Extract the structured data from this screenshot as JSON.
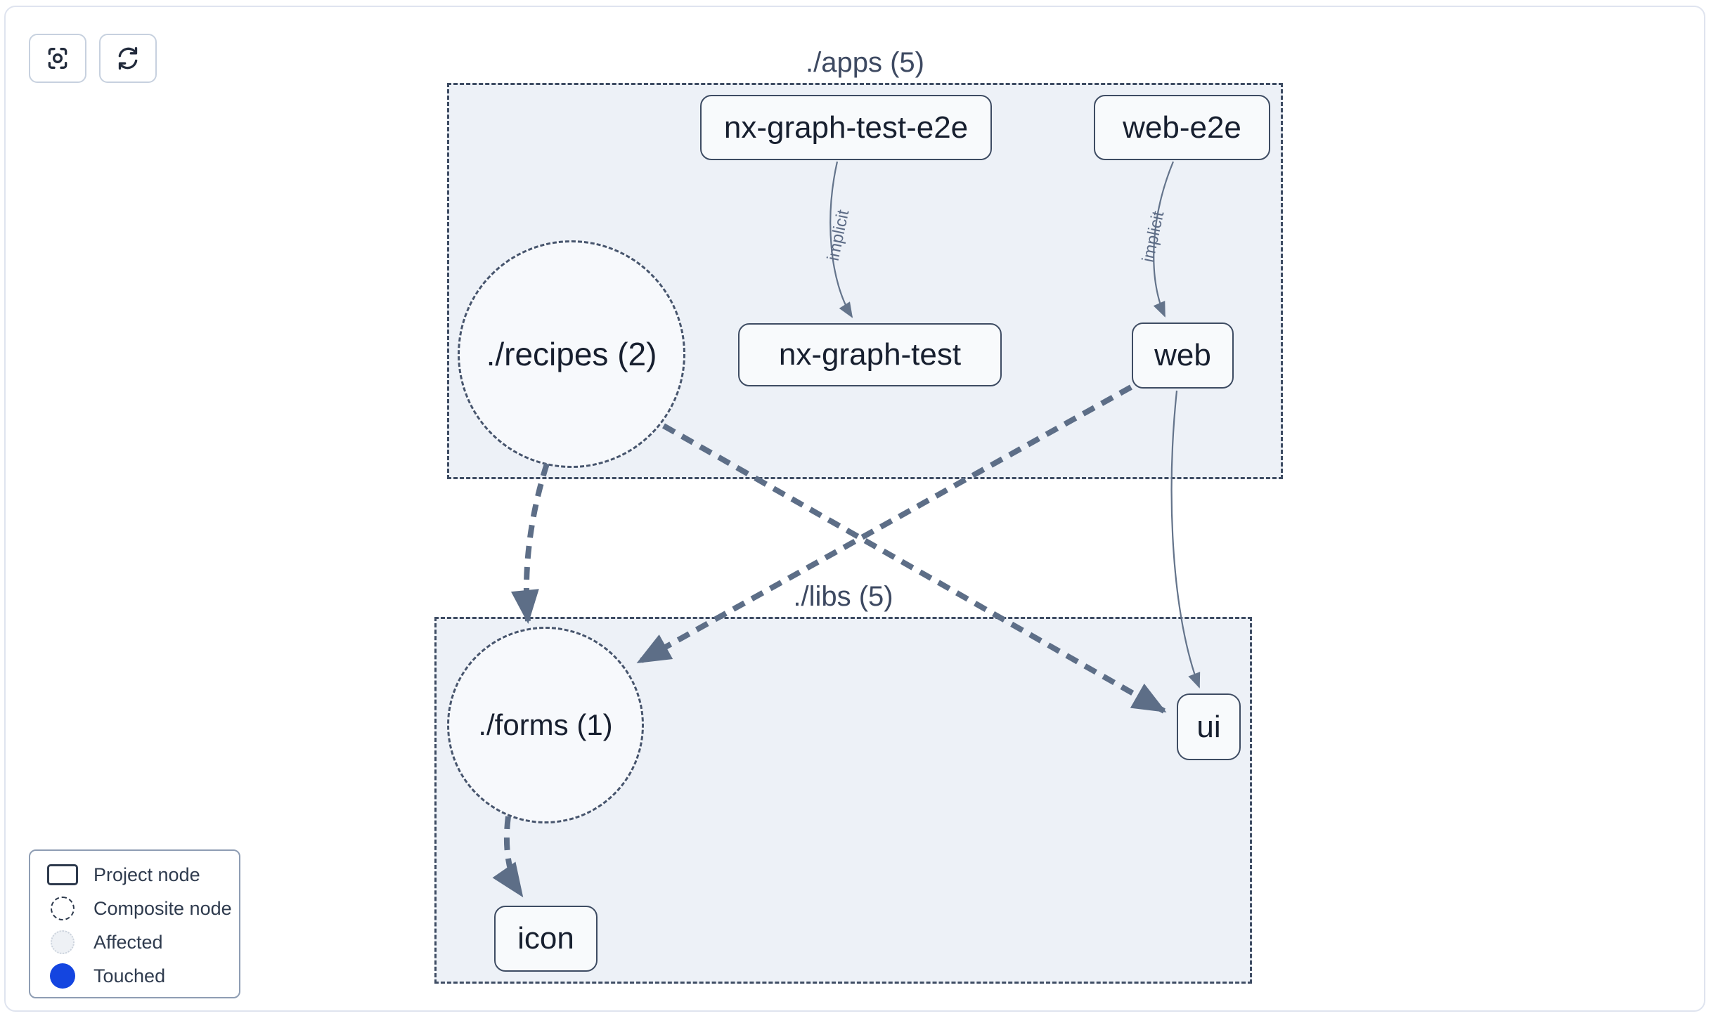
{
  "toolbar": {
    "focus_button": {
      "icon": "focus-icon"
    },
    "refresh_button": {
      "icon": "refresh-icon"
    }
  },
  "graph": {
    "groups": [
      {
        "id": "apps",
        "label": "./apps (5)"
      },
      {
        "id": "libs",
        "label": "./libs (5)"
      }
    ],
    "nodes": {
      "nx_graph_test_e2e": {
        "label": "nx-graph-test-e2e",
        "type": "project",
        "group": "apps"
      },
      "web_e2e": {
        "label": "web-e2e",
        "type": "project",
        "group": "apps"
      },
      "nx_graph_test": {
        "label": "nx-graph-test",
        "type": "project",
        "group": "apps"
      },
      "web": {
        "label": "web",
        "type": "project",
        "group": "apps"
      },
      "recipes": {
        "label": "./recipes (2)",
        "type": "composite",
        "group": "apps"
      },
      "forms": {
        "label": "./forms (1)",
        "type": "composite",
        "group": "libs"
      },
      "ui": {
        "label": "ui",
        "type": "project",
        "group": "libs"
      },
      "icon": {
        "label": "icon",
        "type": "project",
        "group": "libs"
      }
    },
    "edges": [
      {
        "from": "nx-graph-test-e2e",
        "to": "nx-graph-test",
        "label": "implicit",
        "style": "solid"
      },
      {
        "from": "web-e2e",
        "to": "web",
        "label": "implicit",
        "style": "solid"
      },
      {
        "from": "web",
        "to": "ui",
        "label": "",
        "style": "solid"
      },
      {
        "from": "./recipes (2)",
        "to": "./forms (1)",
        "label": "",
        "style": "thick-dashed"
      },
      {
        "from": "./recipes (2)",
        "to": "ui",
        "label": "",
        "style": "thick-dashed"
      },
      {
        "from": "web",
        "to": "./forms (1)",
        "label": "",
        "style": "thick-dashed"
      },
      {
        "from": "./forms (1)",
        "to": "icon",
        "label": "",
        "style": "thick-dashed"
      }
    ]
  },
  "legend": {
    "items": [
      {
        "icon": "project-node-swatch",
        "label": "Project node"
      },
      {
        "icon": "composite-node-swatch",
        "label": "Composite node"
      },
      {
        "icon": "affected-swatch",
        "label": "Affected"
      },
      {
        "icon": "touched-swatch",
        "label": "Touched"
      }
    ]
  },
  "colors": {
    "touched_blue": "#1445e0",
    "group_fill": "#edf1f7",
    "node_fill": "#f8fafc",
    "node_border": "#3e4c63",
    "ink": "#171f2f",
    "edge": "#64748b",
    "edge_thick": "#5d6e87"
  }
}
